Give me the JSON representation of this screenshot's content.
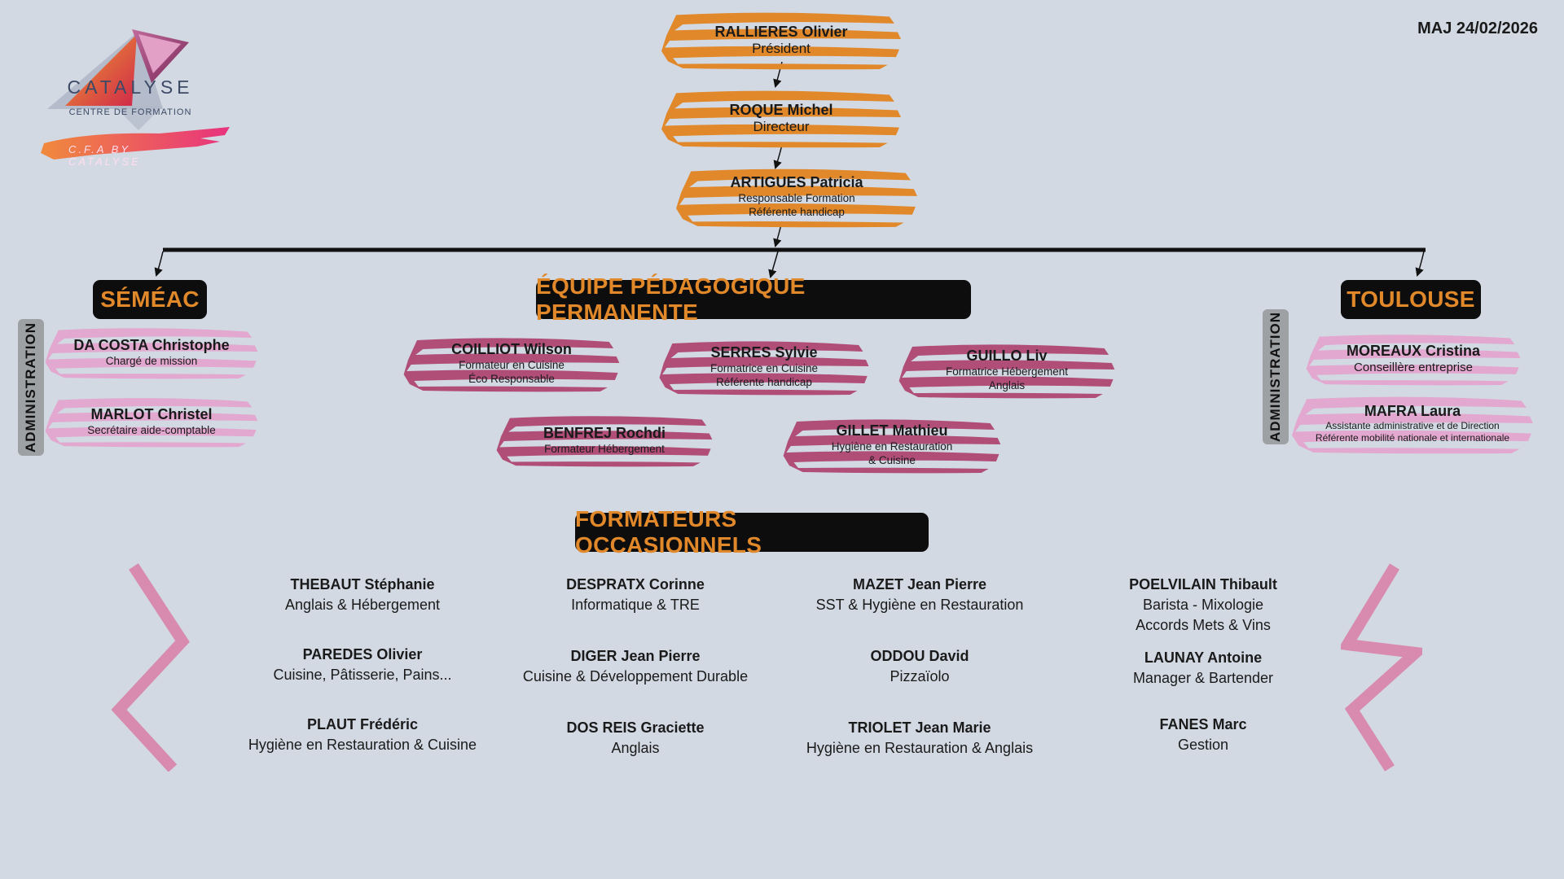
{
  "update_date": "MAJ 24/02/2026",
  "logo": {
    "brand": "CATALYSE",
    "subtitle": "CENTRE DE FORMATION",
    "badge": "C.F.A BY CATALYSE"
  },
  "colors": {
    "background": "#d2d9e3",
    "orange": "#e0882a",
    "plum": "#b04e78",
    "pink": "#e2a8cf",
    "header_bg": "#0d0d0d"
  },
  "direction": [
    {
      "name": "RALLIERES Olivier",
      "role": "Président"
    },
    {
      "name": "ROQUE Michel",
      "role": "Directeur"
    },
    {
      "name": "ARTIGUES Patricia",
      "role": [
        "Responsable Formation",
        "Référente handicap"
      ]
    }
  ],
  "semeac": {
    "title": "SÉMÉAC",
    "side_label": "ADMINISTRATION",
    "staff": [
      {
        "name": "DA COSTA Christophe",
        "role": "Chargé de mission"
      },
      {
        "name": "MARLOT Christel",
        "role": "Secrétaire aide-comptable"
      }
    ]
  },
  "equipe": {
    "title": "ÉQUIPE PÉDAGOGIQUE PERMANENTE",
    "staff": [
      {
        "name": "COILLIOT Wilson",
        "role": [
          "Formateur en Cuisine",
          "Éco Responsable"
        ]
      },
      {
        "name": "SERRES Sylvie",
        "role": [
          "Formatrice en Cuisine",
          "Référente handicap"
        ]
      },
      {
        "name": "GUILLO Liv",
        "role": [
          "Formatrice Hébergement",
          "Anglais"
        ]
      },
      {
        "name": "BENFREJ Rochdi",
        "role": [
          "Formateur Hébergement"
        ]
      },
      {
        "name": "GILLET Mathieu",
        "role": [
          "Hygiène en Restauration",
          "& Cuisine"
        ]
      }
    ]
  },
  "toulouse": {
    "title": "TOULOUSE",
    "side_label": "ADMINISTRATION",
    "staff": [
      {
        "name": "MOREAUX Cristina",
        "role": [
          "Conseillère entreprise"
        ]
      },
      {
        "name": "MAFRA Laura",
        "role": [
          "Assistante administrative et de Direction",
          "Référente mobilité nationale et internationale"
        ]
      }
    ]
  },
  "occasionnels": {
    "title": "FORMATEURS OCCASIONNELS",
    "columns": [
      [
        {
          "name": "THEBAUT Stéphanie",
          "role": [
            "Anglais & Hébergement"
          ]
        },
        {
          "name": "PAREDES Olivier",
          "role": [
            "Cuisine, Pâtisserie, Pains..."
          ]
        },
        {
          "name": "PLAUT Frédéric",
          "role": [
            "Hygiène en Restauration & Cuisine"
          ]
        }
      ],
      [
        {
          "name": "DESPRATX Corinne",
          "role": [
            "Informatique & TRE"
          ]
        },
        {
          "name": "DIGER Jean Pierre",
          "role": [
            "Cuisine & Développement Durable"
          ]
        },
        {
          "name": "DOS REIS Graciette",
          "role": [
            "Anglais"
          ]
        }
      ],
      [
        {
          "name": "MAZET Jean Pierre",
          "role": [
            "SST & Hygiène en Restauration"
          ]
        },
        {
          "name": "ODDOU David",
          "role": [
            "Pizzaïolo"
          ]
        },
        {
          "name": "TRIOLET Jean Marie",
          "role": [
            "Hygiène en Restauration & Anglais"
          ]
        }
      ],
      [
        {
          "name": "POELVILAIN Thibault",
          "role": [
            "Barista - Mixologie",
            "Accords Mets & Vins"
          ]
        },
        {
          "name": "LAUNAY Antoine",
          "role": [
            "Manager & Bartender"
          ]
        },
        {
          "name": "FANES Marc",
          "role": [
            "Gestion"
          ]
        }
      ]
    ]
  }
}
